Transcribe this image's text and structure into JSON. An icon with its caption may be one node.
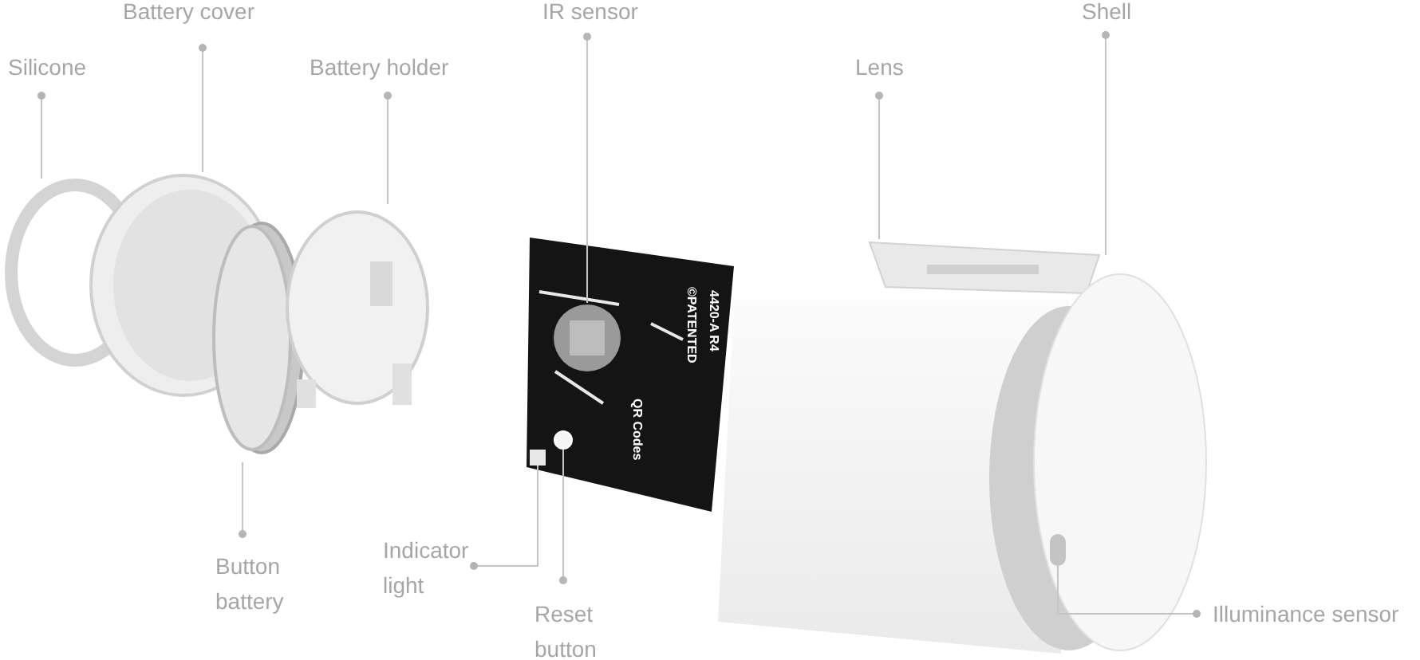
{
  "diagram": {
    "nodes": [
      {
        "text": [
          "Battery cover"
        ]
      },
      {
        "text": [
          "IR sensor"
        ]
      },
      {
        "text": [
          "Shell"
        ]
      },
      {
        "text": [
          "Silicone"
        ]
      },
      {
        "text": [
          "Battery holder"
        ]
      },
      {
        "text": [
          "Lens"
        ]
      },
      {
        "text": [
          "Button battery"
        ]
      },
      {
        "text": [
          "Indicator light"
        ]
      },
      {
        "text": [
          "Reset button"
        ]
      },
      {
        "text": [
          "Illuminance sensor"
        ]
      },
      {
        "text": [],
        "shape": "circle"
      },
      {
        "text": [],
        "shape": "picture"
      },
      {
        "text": [],
        "shape": "picture"
      },
      {
        "text": [],
        "shape": "picture"
      },
      {
        "text": [],
        "shape": "picture"
      },
      {
        "text": [],
        "shape": "box"
      },
      {
        "text": [],
        "shape": "circle"
      },
      {
        "text": [],
        "shape": "picture"
      },
      {
        "text": [],
        "shape": "picture"
      },
      {
        "text": [],
        "shape": "bar",
        "in": 18
      }
    ],
    "edges": [
      {
        "from": 3,
        "to": 10,
        "arrow": "other"
      },
      {
        "from": 0,
        "to": 11,
        "arrow": "other"
      },
      {
        "from": 6,
        "to": 12,
        "arrow": "other"
      },
      {
        "from": 4,
        "to": 13,
        "arrow": "other"
      },
      {
        "from": 1,
        "to": 14,
        "arrow": "other"
      },
      {
        "from": 7,
        "to": 15,
        "arrow": "other"
      },
      {
        "from": 8,
        "to": 16,
        "arrow": "other"
      },
      {
        "from": 5,
        "to": 17,
        "arrow": "other"
      },
      {
        "from": 2,
        "to": 18,
        "arrow": "other"
      },
      {
        "from": 9,
        "to": 19,
        "arrow": "other"
      }
    ],
    "labels": [
      "4420-A R4",
      "©PATENTED",
      "QR Codes"
    ]
  }
}
